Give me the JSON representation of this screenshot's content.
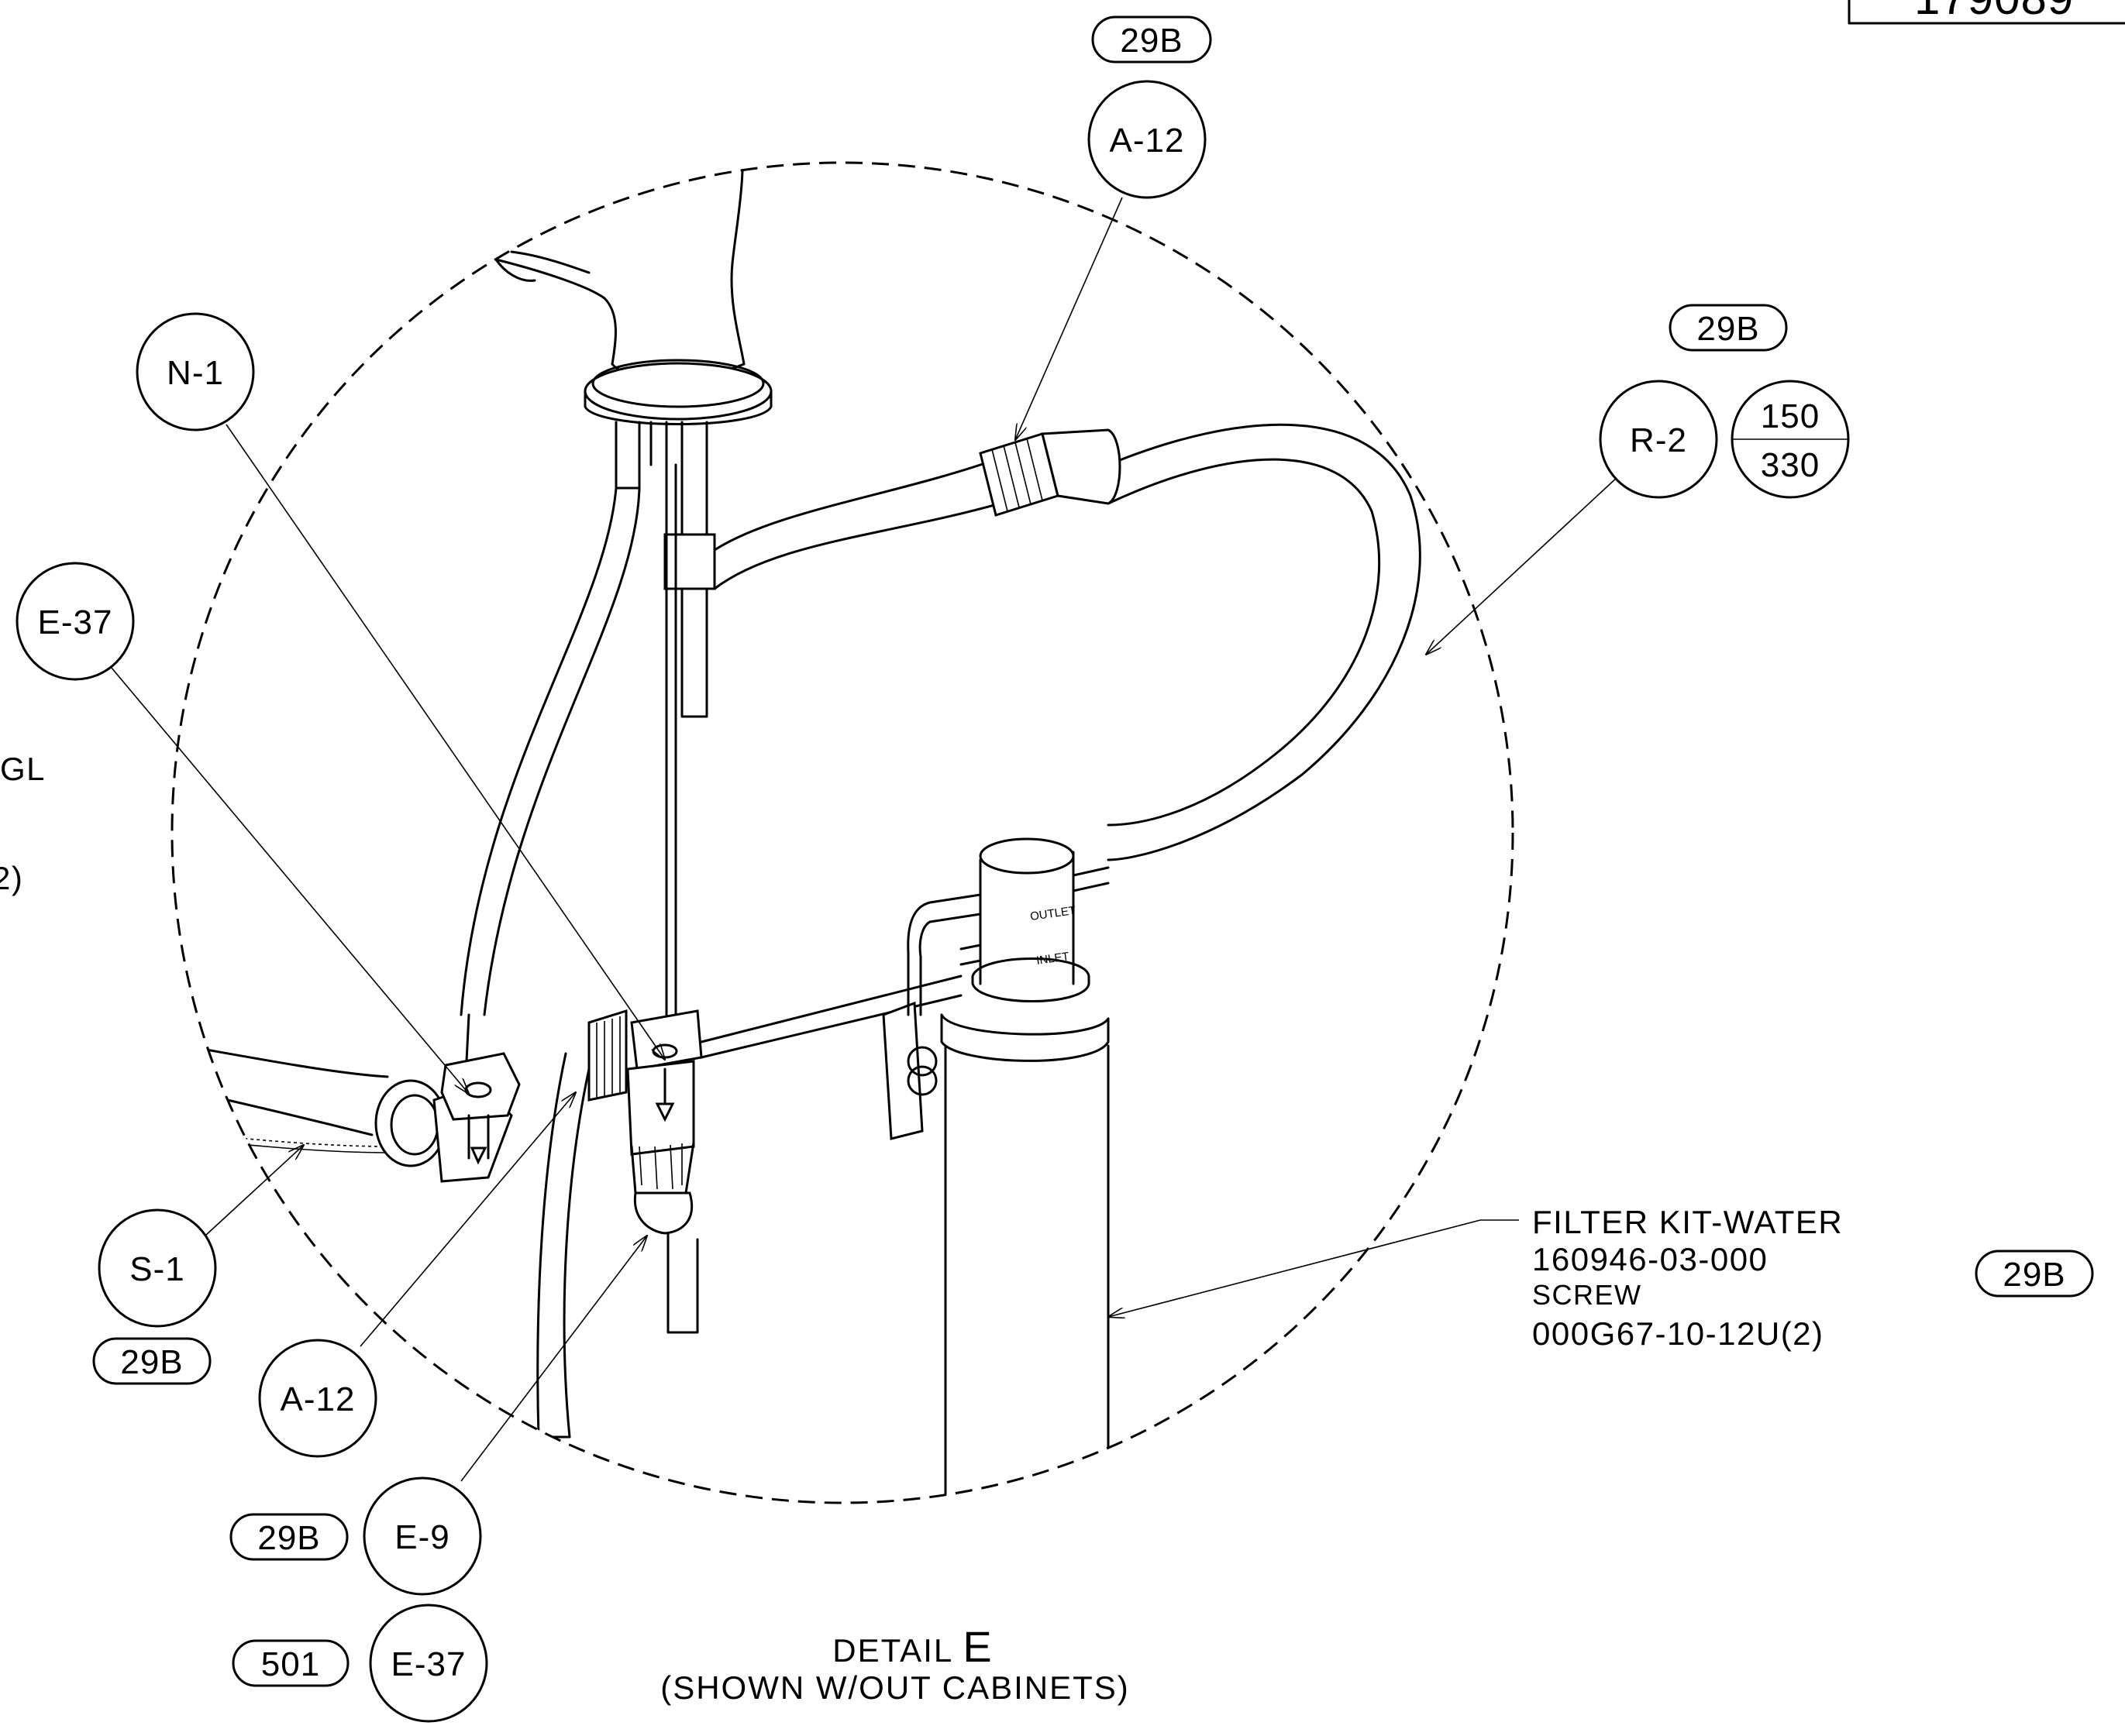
{
  "title": {
    "detail_prefix": "DETAIL ",
    "detail_letter": "E",
    "subtitle": "(SHOWN W/OUT CABINETS)"
  },
  "corner_box": {
    "text": "179089"
  },
  "edge_fragments": {
    "line1": "GL",
    "line2": "2)"
  },
  "port_labels": {
    "outlet": "OUTLET",
    "inlet": "INLET"
  },
  "callouts": {
    "top_zone": "29B",
    "top_part": "A-12",
    "n1_part": "N-1",
    "e37_part": "E-37",
    "r2_zone": "29B",
    "r2_part": "R-2",
    "r2_len_top": "150",
    "r2_len_bottom": "330",
    "s1_part": "S-1",
    "s1_zone": "29B",
    "a12_low_part": "A-12",
    "e9_zone": "29B",
    "e9_part": "E-9",
    "e37_low_zone": "501",
    "e37_low_part": "E-37",
    "filter_zone": "29B"
  },
  "filter_note": {
    "line1": "FILTER KIT-WATER",
    "line2": "160946-03-000",
    "line3": "SCREW",
    "line4": "000G67-10-12U(2)"
  }
}
